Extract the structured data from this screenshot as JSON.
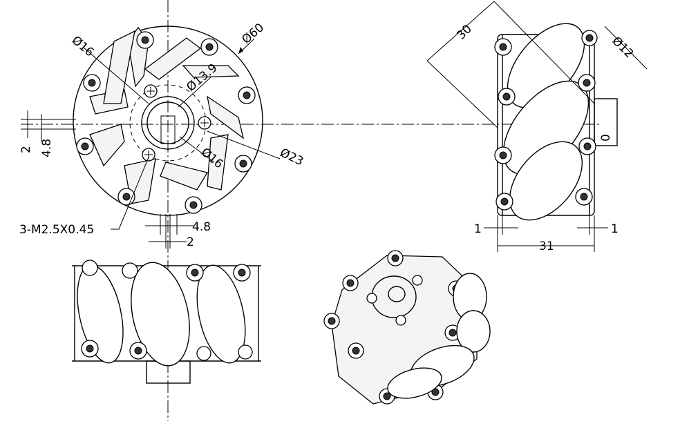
{
  "front_view": {
    "dim_outer": "Ø60",
    "dim_hole": "Ø16",
    "dim_bore": "Ø13.9",
    "dim_hub": "Ø16",
    "dim_pcd": "Ø23",
    "dim_thread": "3-M2.5X0.45",
    "dim_vert_small": "2",
    "dim_vert_large": "4.8",
    "dim_horiz_large": "4.8",
    "dim_horiz_small": "2"
  },
  "side_view": {
    "dim_roller_len": "30",
    "dim_roller_dia": "Ø12",
    "dim_hub_width": "0",
    "dim_left_plate": "1",
    "dim_right_plate": "1",
    "dim_width": "31"
  }
}
